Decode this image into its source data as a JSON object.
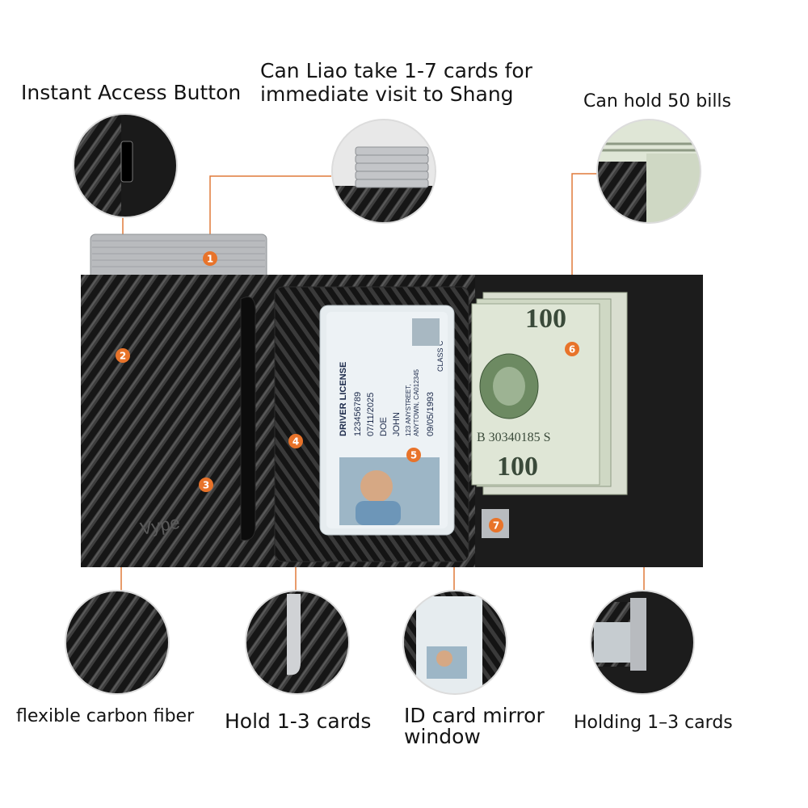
{
  "labels": {
    "instant_access": "Instant Access Button",
    "take_cards": "Can Liao take 1-7 cards for immediate visit to Shang",
    "hold_bills": "Can hold 50 bills",
    "carbon_fiber": "flexible carbon fiber",
    "hold_1_3": "Hold 1-3 cards",
    "id_window": "ID card mirror window",
    "holding_1_3": "Holding 1–3 cards"
  },
  "callouts": [
    "1",
    "2",
    "3",
    "4",
    "5",
    "6",
    "7"
  ],
  "brand_mark": "Vype",
  "license": {
    "heading": "DRIVER LICENSE",
    "class": "CLASS C",
    "dl": "123456789",
    "exp": "07/11/2025",
    "ln": "DOE",
    "fn": "JOHN",
    "address_1": "123 ANYSTREET,",
    "address_2": "ANYTOWN, CA012345",
    "dob": "09/05/1993"
  },
  "bill": {
    "denomination": "100",
    "serial": "B 30340185 S"
  },
  "colors": {
    "accent": "#e8732a",
    "leader_line": "#e07a3a",
    "carbon_dark": "#151515",
    "carbon_light": "#4a4a4a",
    "bill_green": "#cfd8c4"
  }
}
